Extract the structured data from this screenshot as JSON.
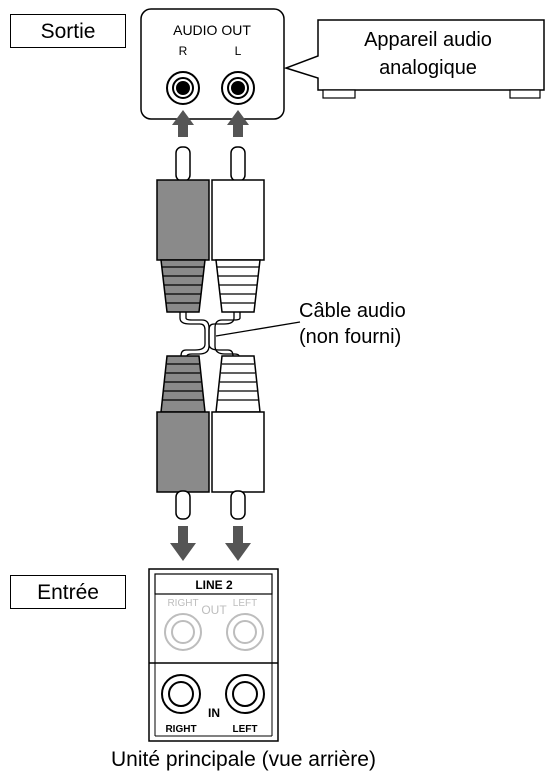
{
  "source_label": "Sortie",
  "source_device": {
    "name_line1": "Appareil audio",
    "name_line2": "analogique",
    "panel_title": "AUDIO OUT",
    "jack_r": "R",
    "jack_l": "L"
  },
  "cable": {
    "line1": "Câble audio",
    "line2": "(non fourni)"
  },
  "input_label": "Entrée",
  "main_unit_panel": {
    "title": "LINE 2",
    "out_right": "RIGHT",
    "out_word": "OUT",
    "out_left": "LEFT",
    "in_word": "IN",
    "in_right": "RIGHT",
    "in_left": "LEFT"
  },
  "caption": "Unité principale (vue arrière)",
  "colors": {
    "red_plug": "#8a8a8a",
    "white_plug": "#ffffff",
    "arrow": "#555555",
    "faded": "#bdbdbd"
  }
}
